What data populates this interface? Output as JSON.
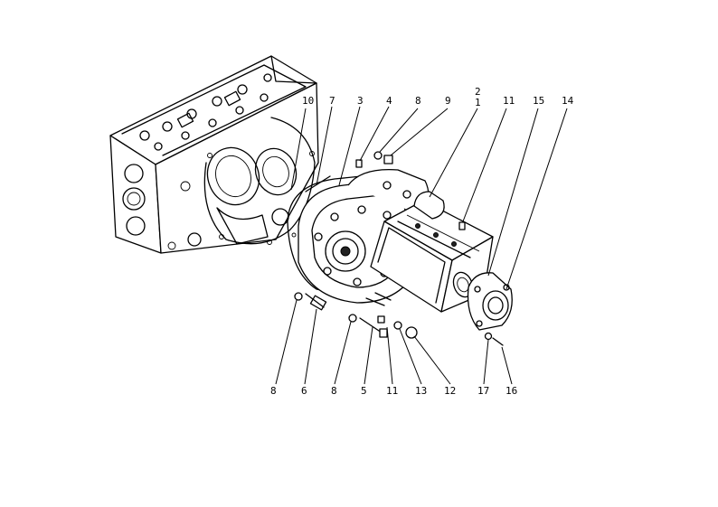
{
  "callouts": [
    {
      "id": "c10",
      "text": "10"
    },
    {
      "id": "c7",
      "text": "7"
    },
    {
      "id": "c3",
      "text": "3"
    },
    {
      "id": "c4",
      "text": "4"
    },
    {
      "id": "c8top",
      "text": "8"
    },
    {
      "id": "c9",
      "text": "9"
    },
    {
      "id": "c2",
      "text": "2"
    },
    {
      "id": "c1",
      "text": "1"
    },
    {
      "id": "c11top",
      "text": "11"
    },
    {
      "id": "c15",
      "text": "15"
    },
    {
      "id": "c14",
      "text": "14"
    },
    {
      "id": "c8a",
      "text": "8"
    },
    {
      "id": "c6a",
      "text": "6"
    },
    {
      "id": "c8b",
      "text": "8"
    },
    {
      "id": "c5",
      "text": "5"
    },
    {
      "id": "c11b",
      "text": "11"
    },
    {
      "id": "c13",
      "text": "13"
    },
    {
      "id": "c12",
      "text": "12"
    },
    {
      "id": "c17",
      "text": "17"
    },
    {
      "id": "c16",
      "text": "16"
    }
  ]
}
